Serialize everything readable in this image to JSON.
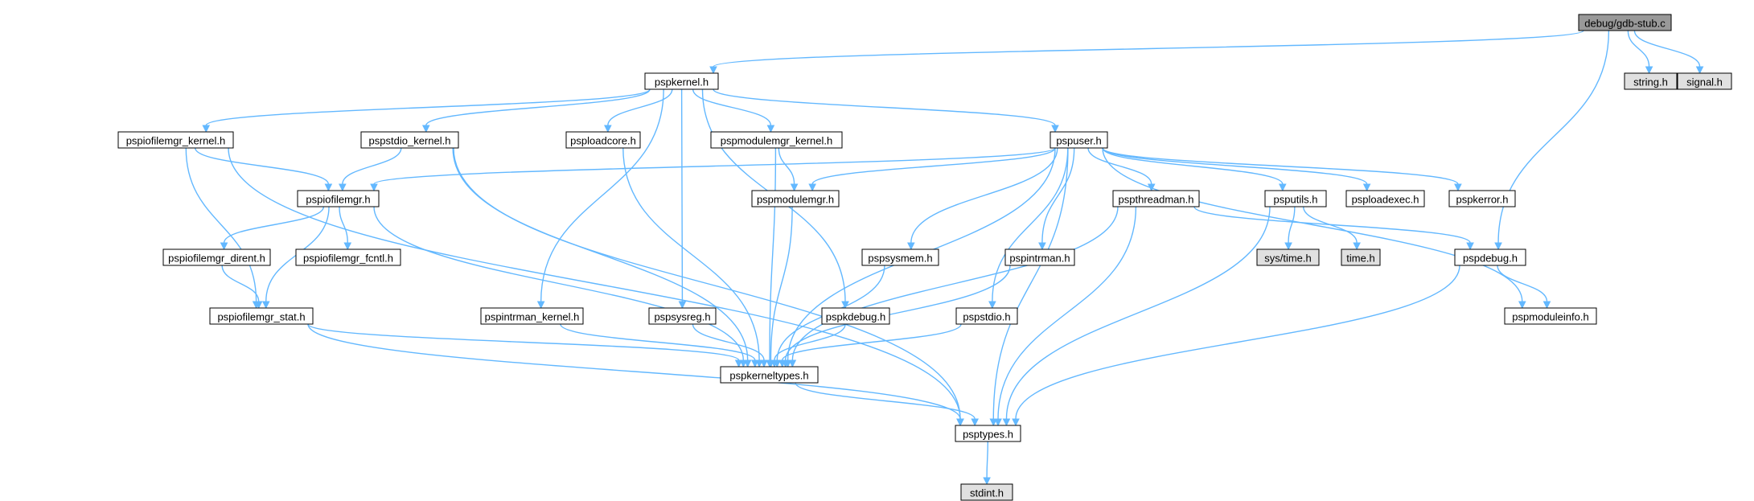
{
  "colors": {
    "node_fill": "#ffffff",
    "root_fill": "#999999",
    "external_fill": "#e0e0e0",
    "node_border": "#000000",
    "external_border": "#999999",
    "edge": "#63b8ff"
  },
  "nodes": [
    {
      "id": "gdbstub",
      "label": "debug/gdb-stub.c",
      "kind": "root"
    },
    {
      "id": "pspkernel",
      "label": "pspkernel.h",
      "kind": "file"
    },
    {
      "id": "string",
      "label": "string.h",
      "kind": "external"
    },
    {
      "id": "signal",
      "label": "signal.h",
      "kind": "external"
    },
    {
      "id": "iofkernel",
      "label": "pspiofilemgr_kernel.h",
      "kind": "file"
    },
    {
      "id": "stdiokernel",
      "label": "pspstdio_kernel.h",
      "kind": "file"
    },
    {
      "id": "loadcore",
      "label": "psploadcore.h",
      "kind": "file"
    },
    {
      "id": "modkernel",
      "label": "pspmodulemgr_kernel.h",
      "kind": "file"
    },
    {
      "id": "pspuser",
      "label": "pspuser.h",
      "kind": "file"
    },
    {
      "id": "iofilemgr",
      "label": "pspiofilemgr.h",
      "kind": "file"
    },
    {
      "id": "modulemgr",
      "label": "pspmodulemgr.h",
      "kind": "file"
    },
    {
      "id": "threadman",
      "label": "pspthreadman.h",
      "kind": "file"
    },
    {
      "id": "psputils",
      "label": "psputils.h",
      "kind": "file"
    },
    {
      "id": "loadexec",
      "label": "psploadexec.h",
      "kind": "file"
    },
    {
      "id": "pspkerror",
      "label": "pspkerror.h",
      "kind": "file"
    },
    {
      "id": "dirent",
      "label": "pspiofilemgr_dirent.h",
      "kind": "file"
    },
    {
      "id": "fcntl",
      "label": "pspiofilemgr_fcntl.h",
      "kind": "file"
    },
    {
      "id": "sysmem",
      "label": "pspsysmem.h",
      "kind": "file"
    },
    {
      "id": "intrman",
      "label": "pspintrman.h",
      "kind": "file"
    },
    {
      "id": "systime",
      "label": "sys/time.h",
      "kind": "external"
    },
    {
      "id": "timeh",
      "label": "time.h",
      "kind": "external"
    },
    {
      "id": "pspdebug",
      "label": "pspdebug.h",
      "kind": "file"
    },
    {
      "id": "iofstat",
      "label": "pspiofilemgr_stat.h",
      "kind": "file"
    },
    {
      "id": "intrkernel",
      "label": "pspintrman_kernel.h",
      "kind": "file"
    },
    {
      "id": "sysreg",
      "label": "pspsysreg.h",
      "kind": "file"
    },
    {
      "id": "kdebug",
      "label": "pspkdebug.h",
      "kind": "file"
    },
    {
      "id": "pspstdio",
      "label": "pspstdio.h",
      "kind": "file"
    },
    {
      "id": "moduleinfo",
      "label": "pspmoduleinfo.h",
      "kind": "file"
    },
    {
      "id": "kerneltypes",
      "label": "pspkerneltypes.h",
      "kind": "file"
    },
    {
      "id": "psptypes",
      "label": "psptypes.h",
      "kind": "file"
    },
    {
      "id": "stdint",
      "label": "stdint.h",
      "kind": "external"
    }
  ],
  "edges": [
    [
      "gdbstub",
      "pspkernel"
    ],
    [
      "gdbstub",
      "string"
    ],
    [
      "gdbstub",
      "signal"
    ],
    [
      "gdbstub",
      "pspdebug"
    ],
    [
      "pspkernel",
      "iofkernel"
    ],
    [
      "pspkernel",
      "stdiokernel"
    ],
    [
      "pspkernel",
      "loadcore"
    ],
    [
      "pspkernel",
      "modkernel"
    ],
    [
      "pspkernel",
      "pspuser"
    ],
    [
      "pspkernel",
      "intrkernel"
    ],
    [
      "pspkernel",
      "sysreg"
    ],
    [
      "pspkernel",
      "kdebug"
    ],
    [
      "iofkernel",
      "iofilemgr"
    ],
    [
      "iofkernel",
      "iofstat"
    ],
    [
      "iofkernel",
      "psptypes"
    ],
    [
      "stdiokernel",
      "iofilemgr"
    ],
    [
      "stdiokernel",
      "kerneltypes"
    ],
    [
      "stdiokernel",
      "psptypes"
    ],
    [
      "loadcore",
      "kerneltypes"
    ],
    [
      "modkernel",
      "modulemgr"
    ],
    [
      "modkernel",
      "kerneltypes"
    ],
    [
      "pspuser",
      "iofilemgr"
    ],
    [
      "pspuser",
      "modulemgr"
    ],
    [
      "pspuser",
      "threadman"
    ],
    [
      "pspuser",
      "psputils"
    ],
    [
      "pspuser",
      "loadexec"
    ],
    [
      "pspuser",
      "pspkerror"
    ],
    [
      "pspuser",
      "sysmem"
    ],
    [
      "pspuser",
      "intrman"
    ],
    [
      "pspuser",
      "pspstdio"
    ],
    [
      "pspuser",
      "moduleinfo"
    ],
    [
      "pspuser",
      "kerneltypes"
    ],
    [
      "pspuser",
      "psptypes"
    ],
    [
      "iofilemgr",
      "dirent"
    ],
    [
      "iofilemgr",
      "fcntl"
    ],
    [
      "iofilemgr",
      "iofstat"
    ],
    [
      "iofilemgr",
      "kerneltypes"
    ],
    [
      "dirent",
      "iofstat"
    ],
    [
      "iofstat",
      "kerneltypes"
    ],
    [
      "iofstat",
      "psptypes"
    ],
    [
      "modulemgr",
      "kerneltypes"
    ],
    [
      "threadman",
      "kerneltypes"
    ],
    [
      "threadman",
      "psptypes"
    ],
    [
      "threadman",
      "pspdebug"
    ],
    [
      "psputils",
      "systime"
    ],
    [
      "psputils",
      "timeh"
    ],
    [
      "psputils",
      "psptypes"
    ],
    [
      "sysmem",
      "kerneltypes"
    ],
    [
      "intrman",
      "kerneltypes"
    ],
    [
      "pspstdio",
      "kerneltypes"
    ],
    [
      "pspdebug",
      "moduleinfo"
    ],
    [
      "pspdebug",
      "psptypes"
    ],
    [
      "intrkernel",
      "kerneltypes"
    ],
    [
      "sysreg",
      "kerneltypes"
    ],
    [
      "kdebug",
      "kerneltypes"
    ],
    [
      "kerneltypes",
      "psptypes"
    ],
    [
      "psptypes",
      "stdint"
    ]
  ]
}
